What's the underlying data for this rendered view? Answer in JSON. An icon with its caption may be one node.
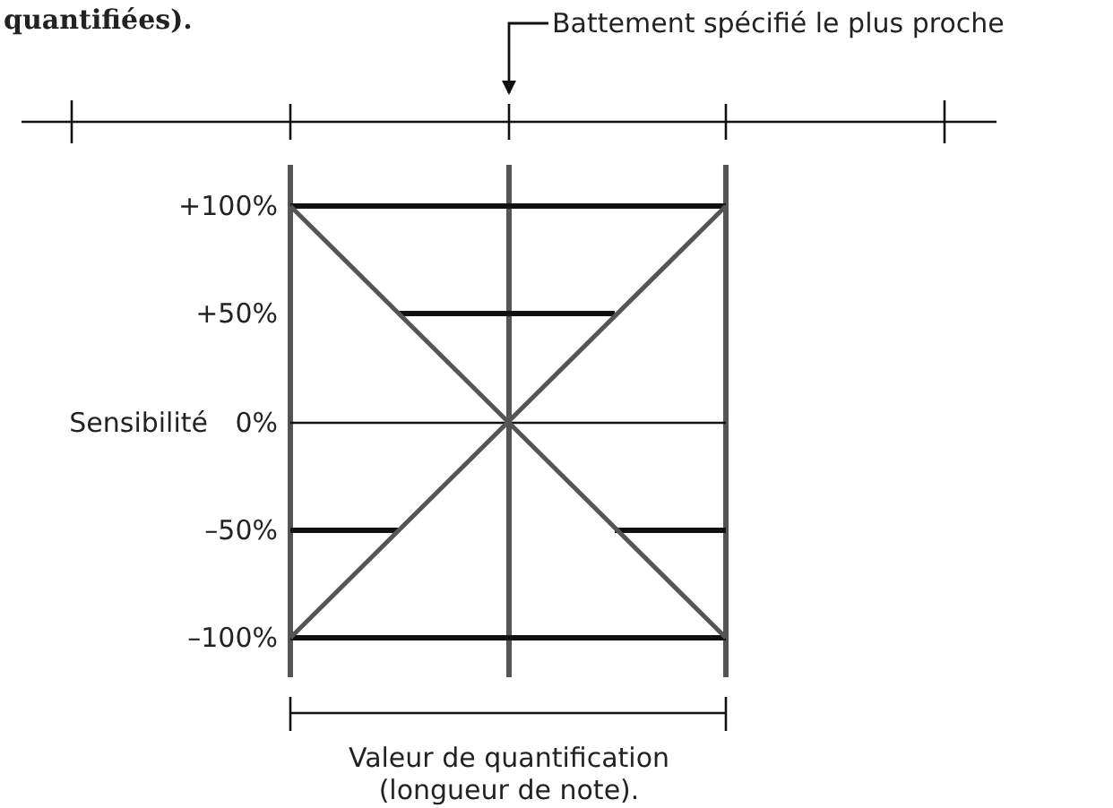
{
  "diagram": {
    "nodes": [
      {
        "text": [
          "Battement spécifié le plus proche"
        ]
      },
      {
        "text": [],
        "shape": "bar"
      }
    ],
    "edges": [
      {
        "from": 0,
        "to": 1,
        "arrow": "to"
      }
    ],
    "labels": [
      "quantifiées).",
      "+100%",
      "+50%",
      "Sensibilité",
      "0%",
      "–50%",
      "–100%",
      "Valeur de quantification (longueur de note)."
    ]
  }
}
